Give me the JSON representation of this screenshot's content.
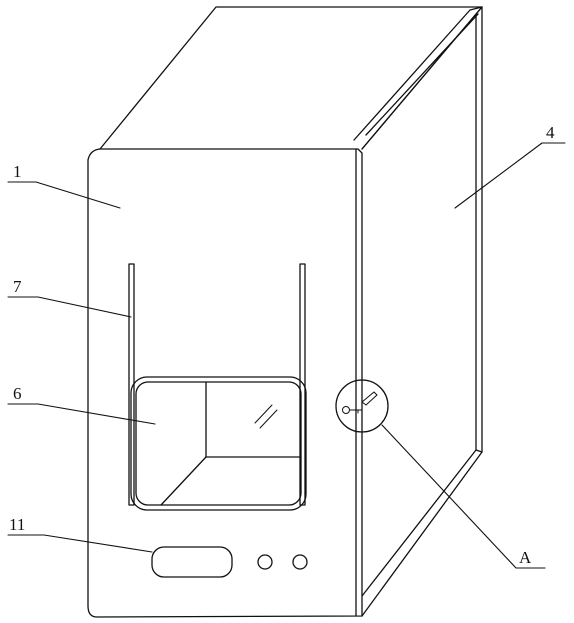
{
  "figure": {
    "callouts": [
      {
        "id": "front-panel",
        "label": "1"
      },
      {
        "id": "side-panel",
        "label": "4"
      },
      {
        "id": "guide-rails",
        "label": "7"
      },
      {
        "id": "viewing-window",
        "label": "6"
      },
      {
        "id": "handle",
        "label": "11"
      },
      {
        "id": "detail",
        "label": "A"
      }
    ]
  }
}
